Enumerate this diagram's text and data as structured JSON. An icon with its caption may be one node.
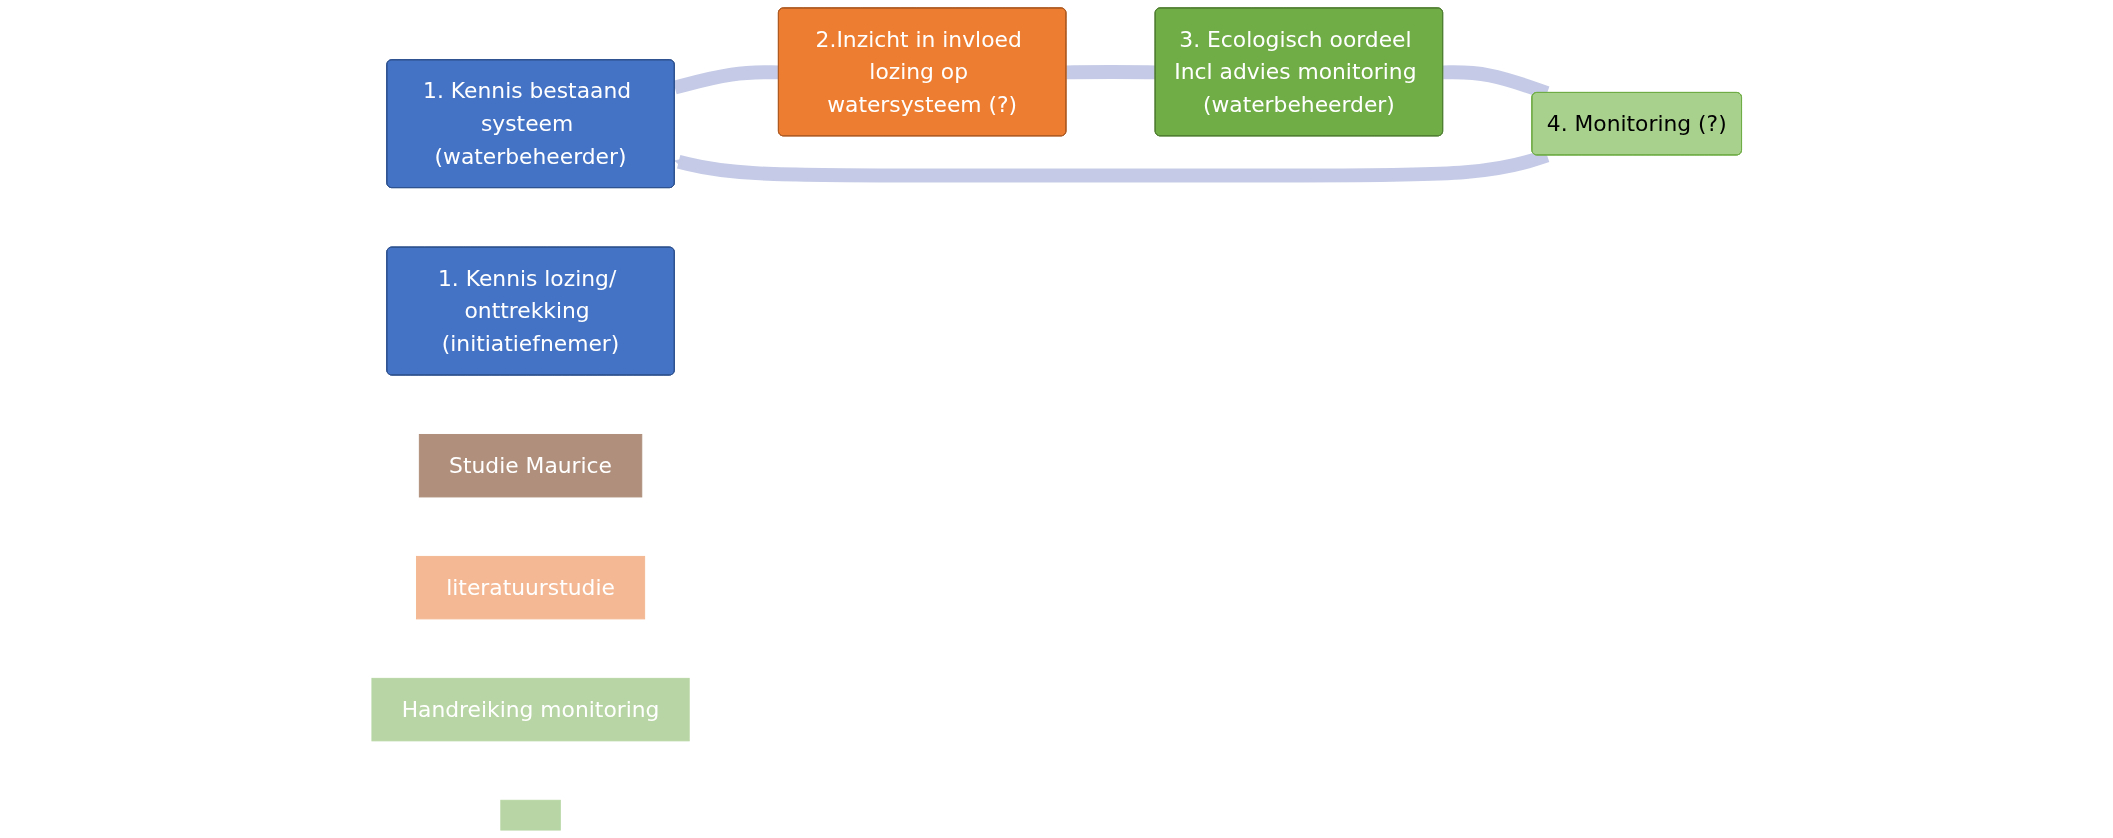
{
  "diagram": {
    "nodes": [
      {
        "text": [
          "1. Kennis bestaand systeem (waterbeheerder)"
        ]
      },
      {
        "text": [
          "1. Kennis lozing/ onttrekking (initiatiefnemer)"
        ]
      },
      {
        "text": [
          "2.Inzicht in invloed lozing op watersysteem (?)"
        ]
      },
      {
        "text": [
          "3. Ecologisch oordeel Incl advies monitoring (waterbeheerder)"
        ]
      },
      {
        "text": [
          "4. Monitoring (?)"
        ]
      },
      {
        "text": [
          "Studie Maurice"
        ]
      },
      {
        "text": [
          "literatuurstudie"
        ]
      },
      {
        "text": [
          "Handreiking monitoring"
        ]
      },
      {
        "text": [],
        "shape": "box"
      }
    ],
    "edges": [
      {
        "from": 0,
        "to": 2,
        "arrow": "none"
      },
      {
        "from": 2,
        "to": 3,
        "arrow": "none"
      },
      {
        "from": 3,
        "to": 4,
        "arrow": "none"
      },
      {
        "from": 4,
        "to": 0,
        "arrow": "to"
      }
    ]
  }
}
